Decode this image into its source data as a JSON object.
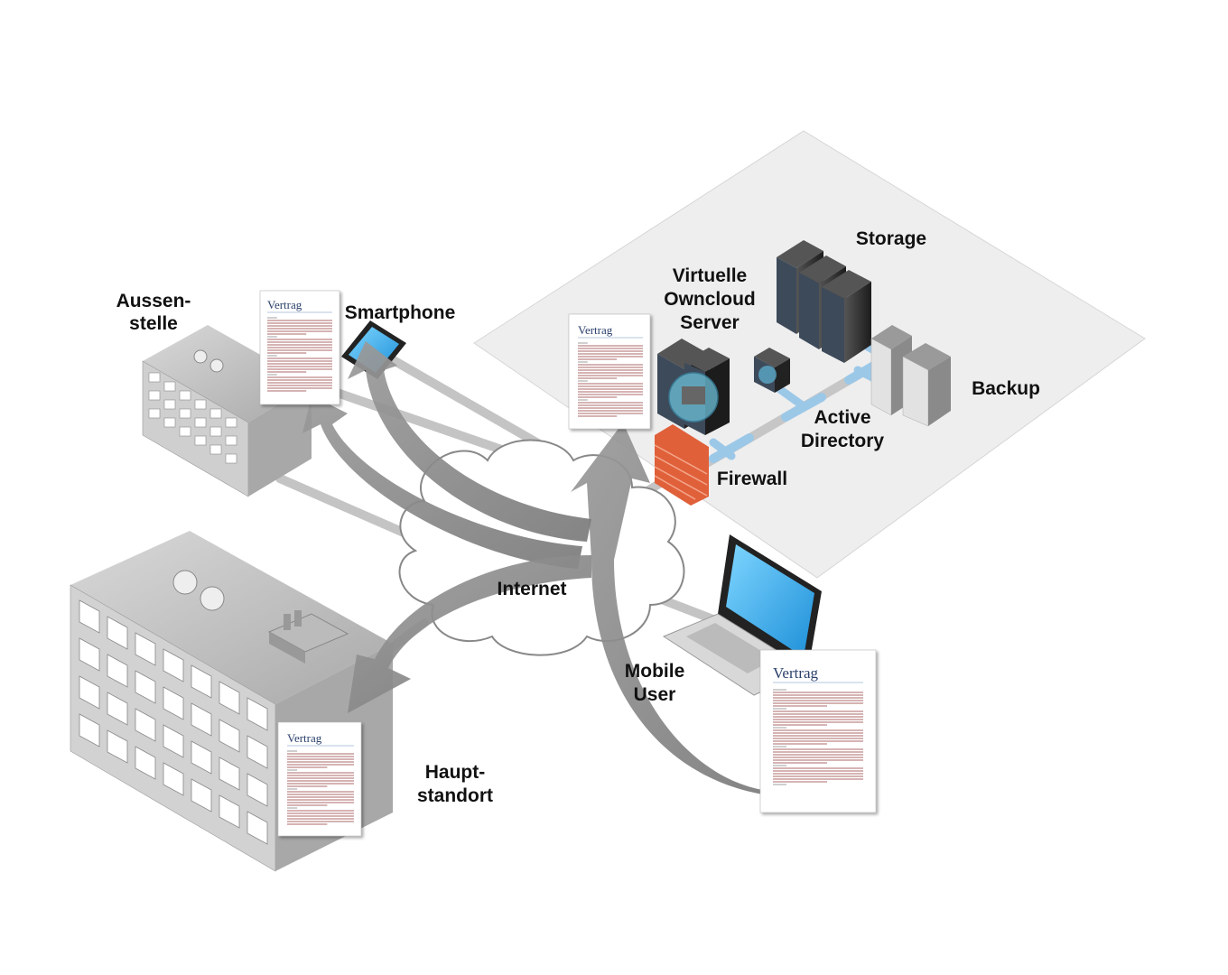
{
  "diagram": {
    "title_labels": {
      "aussenstelle": [
        "Aussen-",
        "stelle"
      ],
      "smartphone": "Smartphone",
      "virtual_server": [
        "Virtuelle",
        "Owncloud",
        "Server"
      ],
      "storage": "Storage",
      "backup": "Backup",
      "active_directory": [
        "Active",
        "Directory"
      ],
      "firewall": "Firewall",
      "internet": "Internet",
      "mobile_user": [
        "Mobile",
        "User"
      ],
      "hauptstandort": [
        "Haupt-",
        "standort"
      ]
    },
    "document_title": "Vertrag",
    "colors": {
      "platform": "#eeeeee",
      "cable": "#c8c8c8",
      "cable_lan": "#9cc8e8",
      "arrow": "#8c8c8c",
      "firewall": "#e0603a",
      "server_dark": "#2b2b2b",
      "server_light": "#d8d8d8",
      "screen": "#3fb4f0",
      "building": "#c4c4c4",
      "doc_text": "#8b2b2b"
    },
    "nodes": [
      {
        "id": "aussenstelle",
        "type": "building-small"
      },
      {
        "id": "hauptstandort",
        "type": "building-large"
      },
      {
        "id": "smartphone",
        "type": "phone"
      },
      {
        "id": "mobile-user",
        "type": "laptop"
      },
      {
        "id": "internet",
        "type": "cloud"
      },
      {
        "id": "firewall",
        "type": "firewall"
      },
      {
        "id": "owncloud-server",
        "type": "server-virtual"
      },
      {
        "id": "active-directory",
        "type": "server-small"
      },
      {
        "id": "storage",
        "type": "server-rack"
      },
      {
        "id": "backup",
        "type": "backup-rack"
      }
    ],
    "flows": [
      {
        "from": "mobile-user-document",
        "to": "owncloud-server"
      },
      {
        "from": "internet",
        "to": "aussenstelle"
      },
      {
        "from": "internet",
        "to": "smartphone"
      },
      {
        "from": "internet",
        "to": "hauptstandort"
      }
    ]
  }
}
